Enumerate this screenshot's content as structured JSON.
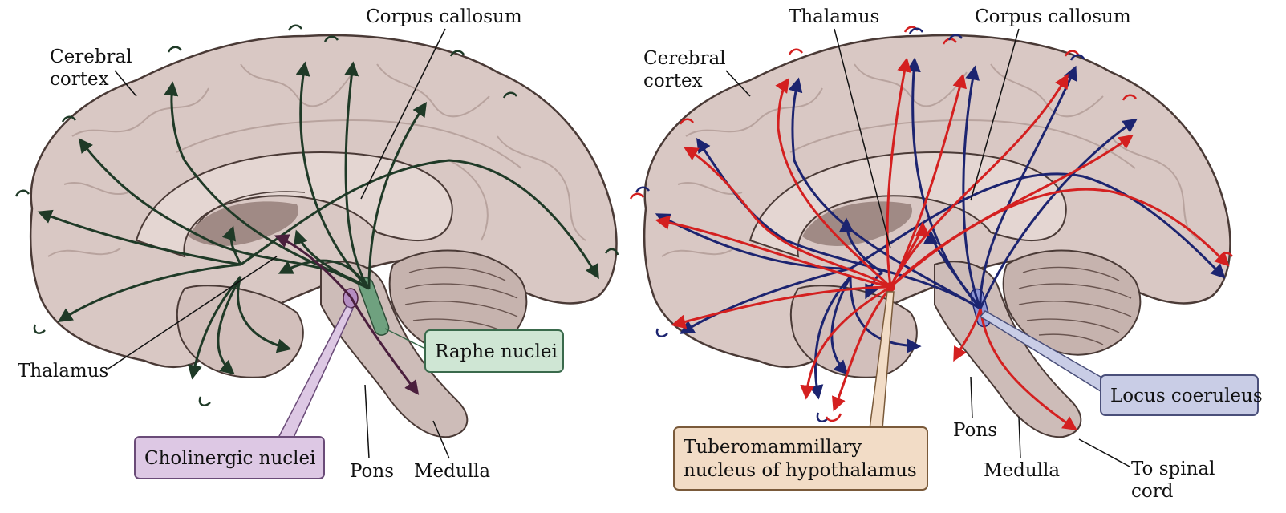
{
  "left_panel": {
    "labels": {
      "cerebral_cortex": [
        "Cerebral",
        "cortex"
      ],
      "corpus_callosum": "Corpus callosum",
      "thalamus": "Thalamus",
      "pons": "Pons",
      "medulla": "Medulla"
    },
    "boxes": {
      "raphe": {
        "text": "Raphe nuclei",
        "fill": "#cfe6d4",
        "stroke": "#3a6a4c"
      },
      "cholinergic": {
        "text": "Cholinergic nuclei",
        "fill": "#ddc8e4",
        "stroke": "#6a4b78"
      }
    },
    "pathway_colors": {
      "serotonin": "#1f3a27",
      "cholinergic": "#4a1f3d"
    }
  },
  "right_panel": {
    "labels": {
      "cerebral_cortex": [
        "Cerebral",
        "cortex"
      ],
      "thalamus": "Thalamus",
      "corpus_callosum": "Corpus callosum",
      "pons": "Pons",
      "medulla": "Medulla",
      "to_spinal_cord": [
        "To spinal",
        "cord"
      ]
    },
    "boxes": {
      "locus": {
        "text": "Locus coeruleus",
        "fill": "#c9cde6",
        "stroke": "#4a4f7a"
      },
      "tubero": {
        "lines": [
          "Tuberomammillary",
          "nucleus of hypothalamus"
        ],
        "fill": "#f2dcc6",
        "stroke": "#7a5a3a"
      }
    },
    "pathway_colors": {
      "noradrenergic": "#1c2470",
      "histaminergic": "#d42020"
    }
  },
  "colors": {
    "brain_fill": "#d9c8c4",
    "brain_shadow": "#b8a39e",
    "brain_outline": "#4a3a36",
    "brainstem_fill": "#cdbcb8",
    "cerebellum_fill": "#c6b3ae"
  }
}
